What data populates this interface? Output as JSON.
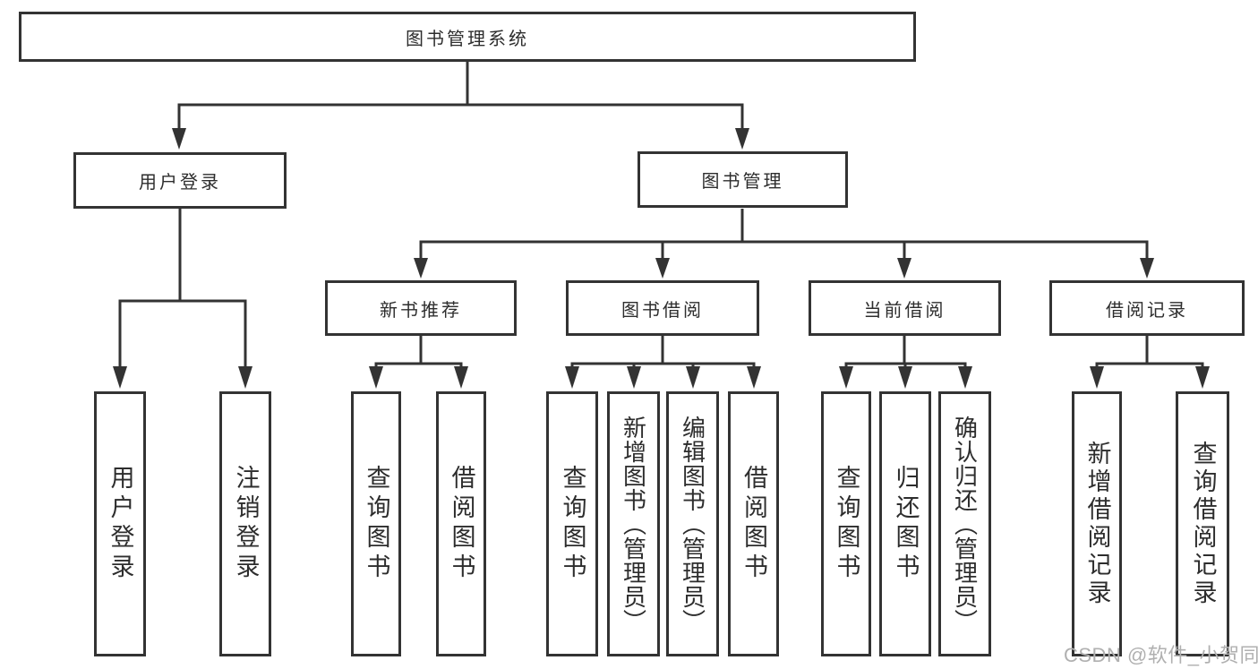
{
  "diagram": {
    "root": {
      "label": "图书管理系统"
    },
    "level2": {
      "user_login": {
        "label": "用户登录"
      },
      "book_management": {
        "label": "图书管理"
      }
    },
    "level3": {
      "new_book_recommend": {
        "label": "新书推荐"
      },
      "book_borrowing": {
        "label": "图书借阅"
      },
      "current_borrowing": {
        "label": "当前借阅"
      },
      "borrowing_records": {
        "label": "借阅记录"
      }
    },
    "leaves": {
      "login": {
        "label": "用户登录"
      },
      "logout": {
        "label": "注销登录"
      },
      "recommend_query_books": {
        "label": "查询图书"
      },
      "recommend_borrow_books": {
        "label": "借阅图书"
      },
      "borrow_query_books": {
        "label": "查询图书"
      },
      "borrow_add_books": {
        "label": "新增图书（管理员）"
      },
      "borrow_edit_books": {
        "label": "编辑图书（管理员）"
      },
      "borrow_borrow_books": {
        "label": "借阅图书"
      },
      "current_query_books": {
        "label": "查询图书"
      },
      "current_return_books": {
        "label": "归还图书"
      },
      "current_confirm_return": {
        "label": "确认归还（管理员）"
      },
      "records_add_record": {
        "label": "新增借阅记录"
      },
      "records_query_record": {
        "label": "查询借阅记录"
      }
    },
    "watermark": "CSDN @软件_小贺同学",
    "colors": {
      "line": "#333333",
      "text": "#2d2d2d",
      "watermark": "#b0b0b0",
      "background": "#ffffff"
    }
  }
}
